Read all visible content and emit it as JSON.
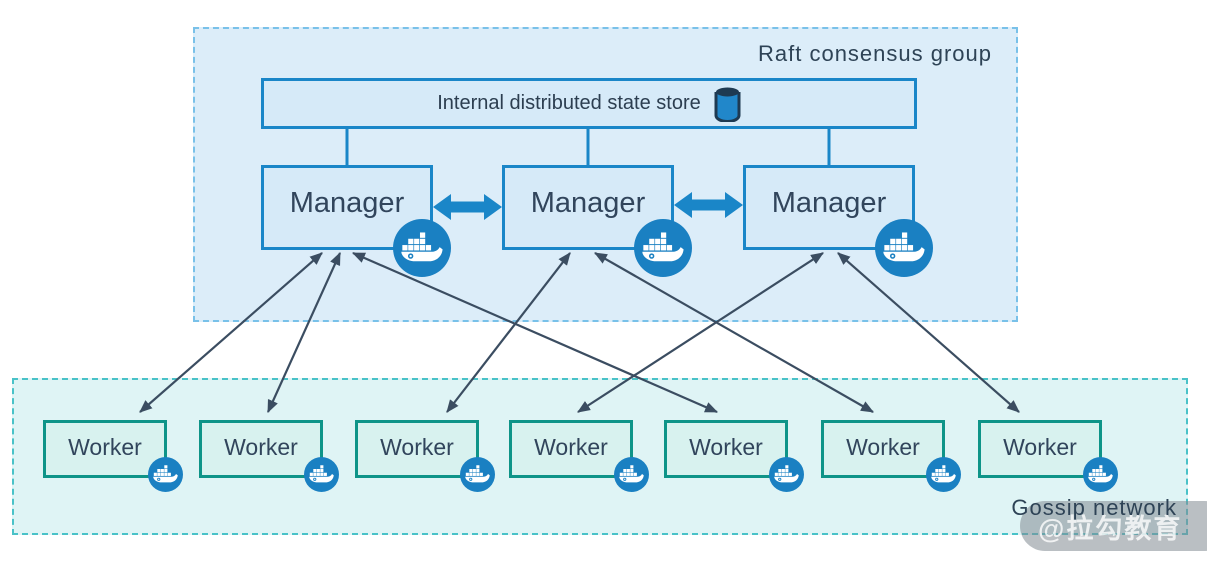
{
  "diagram": {
    "raft_group": {
      "label": "Raft consensus group"
    },
    "gossip_group": {
      "label": "Gossip network"
    },
    "state_store": {
      "label": "Internal distributed state store",
      "icon": "database-cylinder-icon"
    },
    "managers": [
      {
        "label": "Manager",
        "icon": "docker-whale-icon"
      },
      {
        "label": "Manager",
        "icon": "docker-whale-icon"
      },
      {
        "label": "Manager",
        "icon": "docker-whale-icon"
      }
    ],
    "workers": [
      {
        "label": "Worker",
        "icon": "docker-whale-icon"
      },
      {
        "label": "Worker",
        "icon": "docker-whale-icon"
      },
      {
        "label": "Worker",
        "icon": "docker-whale-icon"
      },
      {
        "label": "Worker",
        "icon": "docker-whale-icon"
      },
      {
        "label": "Worker",
        "icon": "docker-whale-icon"
      },
      {
        "label": "Worker",
        "icon": "docker-whale-icon"
      },
      {
        "label": "Worker",
        "icon": "docker-whale-icon"
      }
    ],
    "edges": {
      "store_to_managers": [
        0,
        1,
        2
      ],
      "manager_peer_links": [
        [
          0,
          1
        ],
        [
          1,
          2
        ]
      ],
      "manager_worker_links": [
        [
          0,
          0
        ],
        [
          0,
          1
        ],
        [
          0,
          4
        ],
        [
          1,
          2
        ],
        [
          1,
          5
        ],
        [
          2,
          3
        ],
        [
          2,
          6
        ]
      ]
    },
    "colors": {
      "accent_blue": "#1a86c8",
      "docker_badge_blue": "#1a80c2",
      "node_blue_fill": "#d6eaf8",
      "raft_fill": "#dcedf9",
      "raft_border": "#79c1e9",
      "gossip_fill": "#dff4f5",
      "gossip_border": "#49c2c8",
      "worker_fill": "#d8f2ef",
      "worker_border": "#0e9488",
      "arrow_dark": "#3b4d61",
      "text_slate": "#31455c"
    }
  },
  "watermark": {
    "label": "@拉勾教育"
  }
}
